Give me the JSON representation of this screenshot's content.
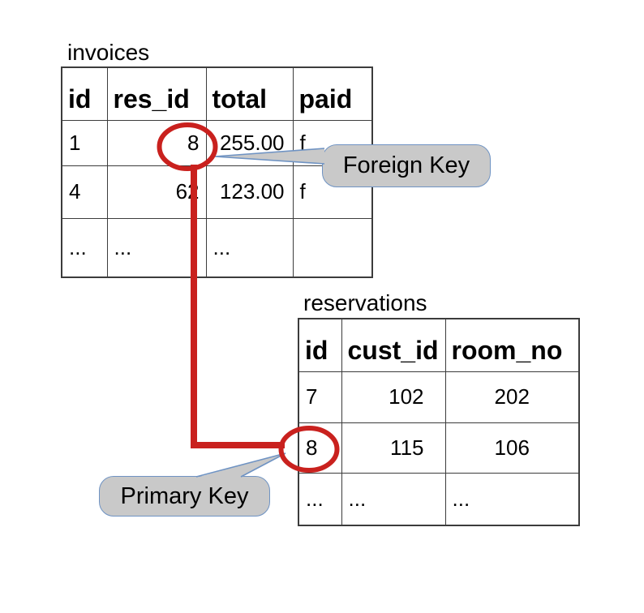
{
  "tables": {
    "invoices": {
      "title": "invoices",
      "columns": [
        "id",
        "res_id",
        "total",
        "paid"
      ],
      "rows": [
        [
          "1",
          "8",
          "255.00",
          "f"
        ],
        [
          "4",
          "62",
          "123.00",
          "f"
        ],
        [
          "...",
          "...",
          "...",
          ""
        ]
      ]
    },
    "reservations": {
      "title": "reservations",
      "columns": [
        "id",
        "cust_id",
        "room_no"
      ],
      "rows": [
        [
          "7",
          "102",
          "202"
        ],
        [
          "8",
          "115",
          "106"
        ],
        [
          "...",
          "...",
          "..."
        ]
      ]
    }
  },
  "callouts": {
    "foreign_key": {
      "label": "Foreign Key"
    },
    "primary_key": {
      "label": "Primary Key"
    }
  },
  "annotations": {
    "circled_value": "8",
    "foreign_key_location": "invoices.res_id row 1",
    "primary_key_location": "reservations.id row 2"
  },
  "colors": {
    "red": "#c9211e",
    "callout_fill": "#c9c9c9",
    "callout_border": "#6f93c3",
    "table_border": "#3c3c3c",
    "text": "#000000",
    "background": "#ffffff"
  }
}
